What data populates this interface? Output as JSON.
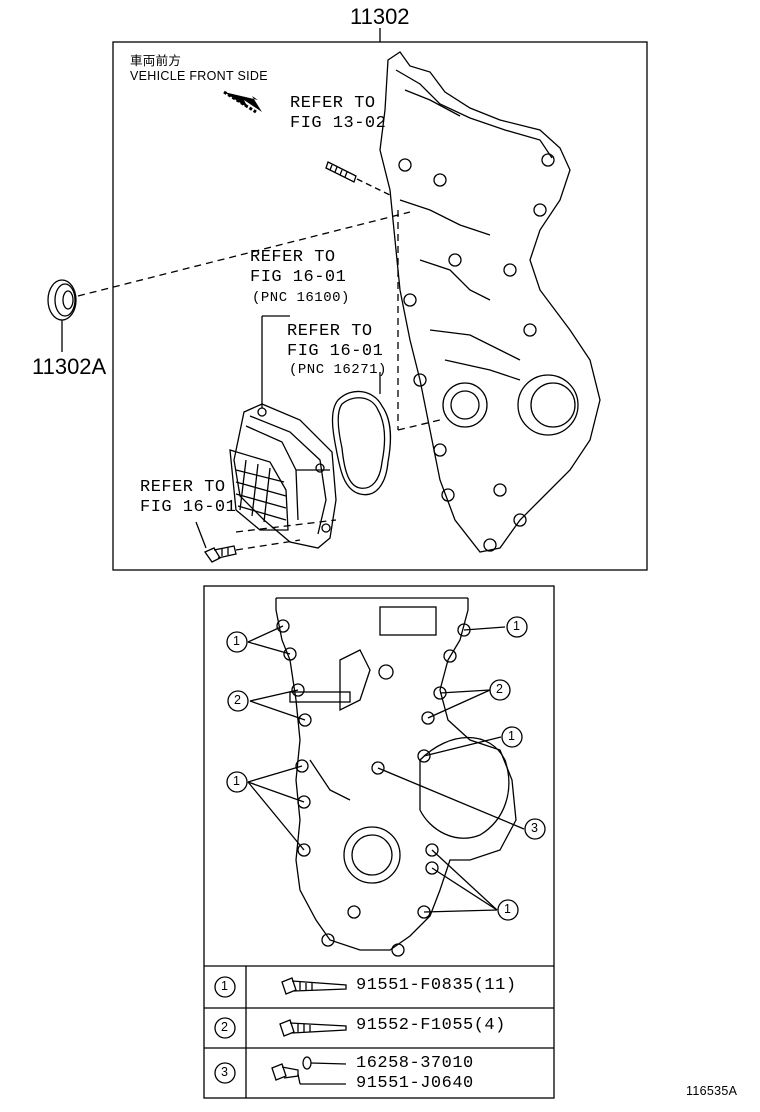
{
  "header": {
    "part_number": "11302"
  },
  "top_panel": {
    "side_label_jp": "車両前方",
    "side_label_en": "VEHICLE FRONT SIDE",
    "refers": [
      {
        "line1": "REFER TO",
        "line2": "FIG 13-02"
      },
      {
        "line1": "REFER TO",
        "line2": "FIG 16-01",
        "line3": "(PNC 16100)"
      },
      {
        "line1": "REFER TO",
        "line2": "FIG 16-01",
        "line3": "(PNC 16271)"
      },
      {
        "line1": "REFER TO",
        "line2": "FIG 16-01"
      }
    ],
    "seal_part": "11302A"
  },
  "bottom_panel": {
    "callouts": [
      "1",
      "2",
      "3"
    ],
    "parts_table": [
      {
        "ref": "1",
        "part": "91551-F0835(11)"
      },
      {
        "ref": "2",
        "part": "91552-F1055(4)"
      },
      {
        "ref": "3",
        "part_a": "16258-37010",
        "part_b": "91551-J0640"
      }
    ]
  },
  "footer": {
    "image_code": "116535A"
  }
}
